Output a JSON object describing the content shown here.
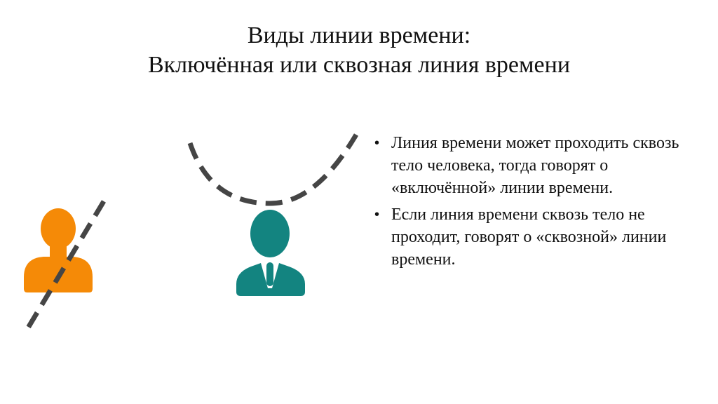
{
  "slide": {
    "title_line1": "Виды линии времени:",
    "title_line2": "Включённая или сквозная линия времени",
    "bullets": [
      "Линия времени может проходить сквозь тело человека, тогда говорят о «включённой» линии времени.",
      "Если линия времени сквозь тело не проходит, говорят о «сквозной» линии времени."
    ],
    "bullet_glyph": "•"
  },
  "figures": {
    "included_person": {
      "icon": "person-icon",
      "color": "#F58A07",
      "line": "dashed-diagonal-through-body"
    },
    "passing_person": {
      "icon": "businessman-icon",
      "color": "#138480",
      "line": "dashed-arc-above-head"
    },
    "line_color": "#454545"
  }
}
